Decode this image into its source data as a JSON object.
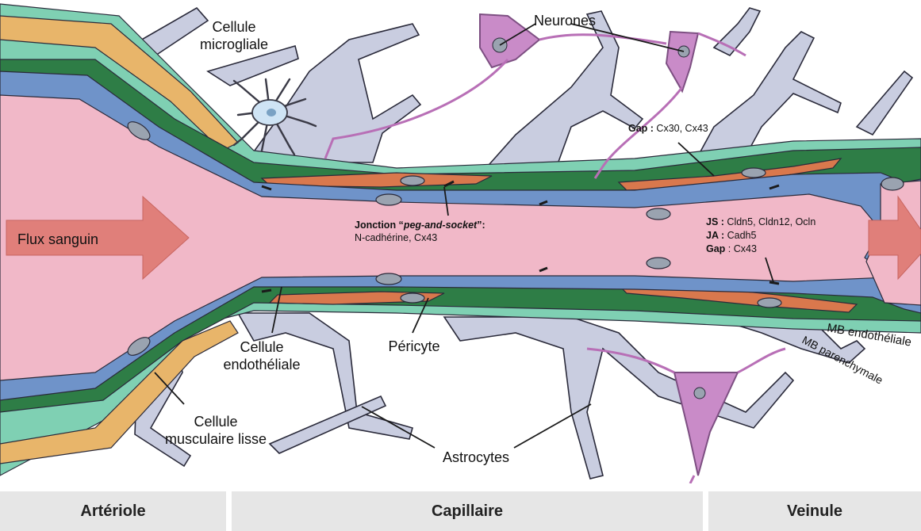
{
  "labels": {
    "flux": "Flux sanguin",
    "microglia_1": "Cellule",
    "microglia_2": "microgliale",
    "neurones": "Neurones",
    "gap_top_bold": "Gap :",
    "gap_top_text": " Cx30, Cx43",
    "jonction_1a": "Jonction “",
    "jonction_1b": "peg-and-socket",
    "jonction_1c": "”:",
    "jonction_2": "N-cadhérine, Cx43",
    "js_bold": "JS :",
    "js_text": " Cldn5, Cldn12, Ocln",
    "ja_bold": "JA :",
    "ja_text": " Cadh5",
    "gap_bold": "Gap",
    "gap_text": " : Cx43",
    "endo_1": "Cellule",
    "endo_2": "endothéliale",
    "pericyte": "Péricyte",
    "mb_endo": "MB endothéliale",
    "mb_par": "MB parenchymale",
    "muscle_1": "Cellule",
    "muscle_2": "musculaire lisse",
    "astrocytes": "Astrocytes"
  },
  "footer": {
    "arteriole": "Artériole",
    "capillaire": "Capillaire",
    "veinule": "Veinule"
  },
  "colors": {
    "blood": "#f1b8c8",
    "endothelium": "#6f93c9",
    "basement_membrane": "#2e7d46",
    "parenchymal_membrane": "#7fd0b3",
    "pericyte": "#d9784d",
    "smooth_muscle": "#e8b56a",
    "astrocyte": "#c9cde0",
    "neuron": "#c98bc8",
    "microglia": "#cfe4f5",
    "arrow": "#e07f7a"
  }
}
